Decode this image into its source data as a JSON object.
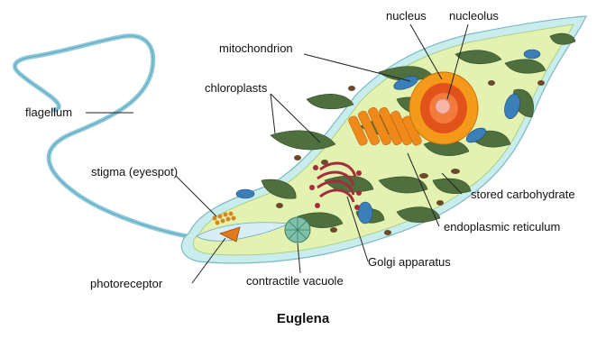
{
  "title": "Euglena",
  "labels": {
    "nucleus": "nucleus",
    "nucleolus": "nucleolus",
    "mitochondrion": "mitochondrion",
    "chloroplasts": "chloroplasts",
    "flagellum": "flagellum",
    "stigma": "stigma (eyespot)",
    "stored_carbohydrate": "stored carbohydrate",
    "endoplasmic_reticulum": "endoplasmic reticulum",
    "golgi": "Golgi apparatus",
    "photoreceptor": "photoreceptor",
    "contractile_vacuole": "contractile vacuole"
  },
  "colors": {
    "membrane": "#c9ecec",
    "cytoplasm": "#e3f2b0",
    "chloroplast": "#4f6f3e",
    "chloroplast_light": "#6e8f56",
    "nucleus_outer": "#f39a1b",
    "nucleus_ring": "#e2521b",
    "nucleolus": "#f4b6a8",
    "er": "#ef8a1a",
    "golgi": "#a42c3c",
    "stored_carb": "#6b4a2a",
    "mito": "#3a7fb8",
    "photoreceptor": "#e07a1a",
    "flagellum": "#8fc9d9"
  }
}
